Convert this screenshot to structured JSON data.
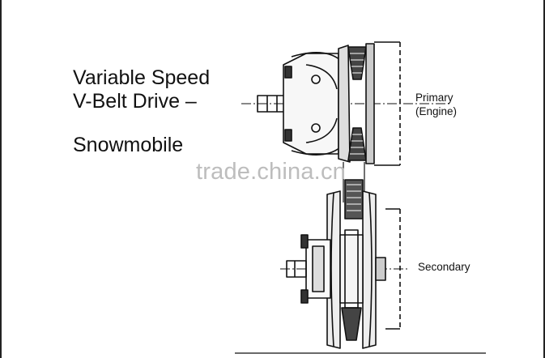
{
  "title": {
    "line1": "Variable Speed",
    "line2": "V-Belt Drive –",
    "line3": "Snowmobile"
  },
  "labels": {
    "primary_line1": "Primary",
    "primary_line2": "(Engine)",
    "secondary": "Secondary"
  },
  "watermark": "trade.china.cn",
  "colors": {
    "ink": "#111111",
    "watermark": "#bdbdbd",
    "background": "#ffffff"
  }
}
